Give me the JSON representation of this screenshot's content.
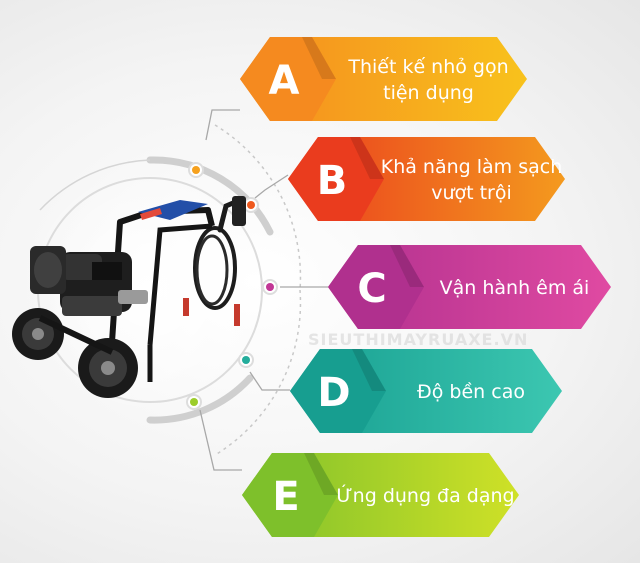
{
  "features": [
    {
      "letter": "A",
      "lines": [
        "Thiết kế nhỏ gọn",
        "tiện dụng"
      ],
      "color_left": "#f58a1f",
      "color_right": "#f8c21c"
    },
    {
      "letter": "B",
      "lines": [
        "Khả năng làm sạch",
        "vượt trội"
      ],
      "color_left": "#ea3c1e",
      "color_right": "#f49a1e"
    },
    {
      "letter": "C",
      "lines": [
        "Vận hành êm ái"
      ],
      "color_left": "#b0308e",
      "color_right": "#e04aa2"
    },
    {
      "letter": "D",
      "lines": [
        "Độ bền cao"
      ],
      "color_left": "#179e90",
      "color_right": "#3cc7b1"
    },
    {
      "letter": "E",
      "lines": [
        "Ứng dụng đa dạng"
      ],
      "color_left": "#7ec02b",
      "color_right": "#cfe127"
    }
  ],
  "watermark": "SIEUTHIMAYRUAXE.VN",
  "product": {
    "name": "pressure-washer"
  }
}
